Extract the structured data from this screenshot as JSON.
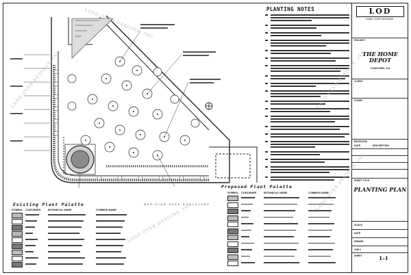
{
  "sheet": {
    "notes_title": "PLANTING NOTES",
    "existing_palette_title": "Existing Plant Palette",
    "proposed_palette_title": "Proposed Plant Palette",
    "street_label": "MERIDIAN PARK BOULEVARD"
  },
  "title_block": {
    "firm_logo": "LOD",
    "firm_name": "LAND OVER DESIGNS",
    "project_label": "PROJECT",
    "client_name": "THE HOME DEPOT",
    "client_city": "CONCORD, CA",
    "client_label": "CLIENT",
    "stamp_label": "STAMP",
    "revisions_label": "REVISIONS",
    "date_label": "DATE",
    "description_label": "DESCRIPTION",
    "sheet_title_label": "SHEET TITLE",
    "sheet_title": "PLANTING PLAN",
    "scale_label": "SCALE",
    "date_field_label": "DATE",
    "drawn_label": "DRAWN",
    "job_label": "JOB #",
    "sheet_label": "SHEET",
    "sheet_number": "L-1"
  },
  "palette_headers": {
    "symbol": "SYMBOL",
    "container": "CONTAINER",
    "botanical": "BOTANICAL NAME",
    "common": "COMMON NAME"
  },
  "watermark": "LAND OVER DESIGNS, INC."
}
